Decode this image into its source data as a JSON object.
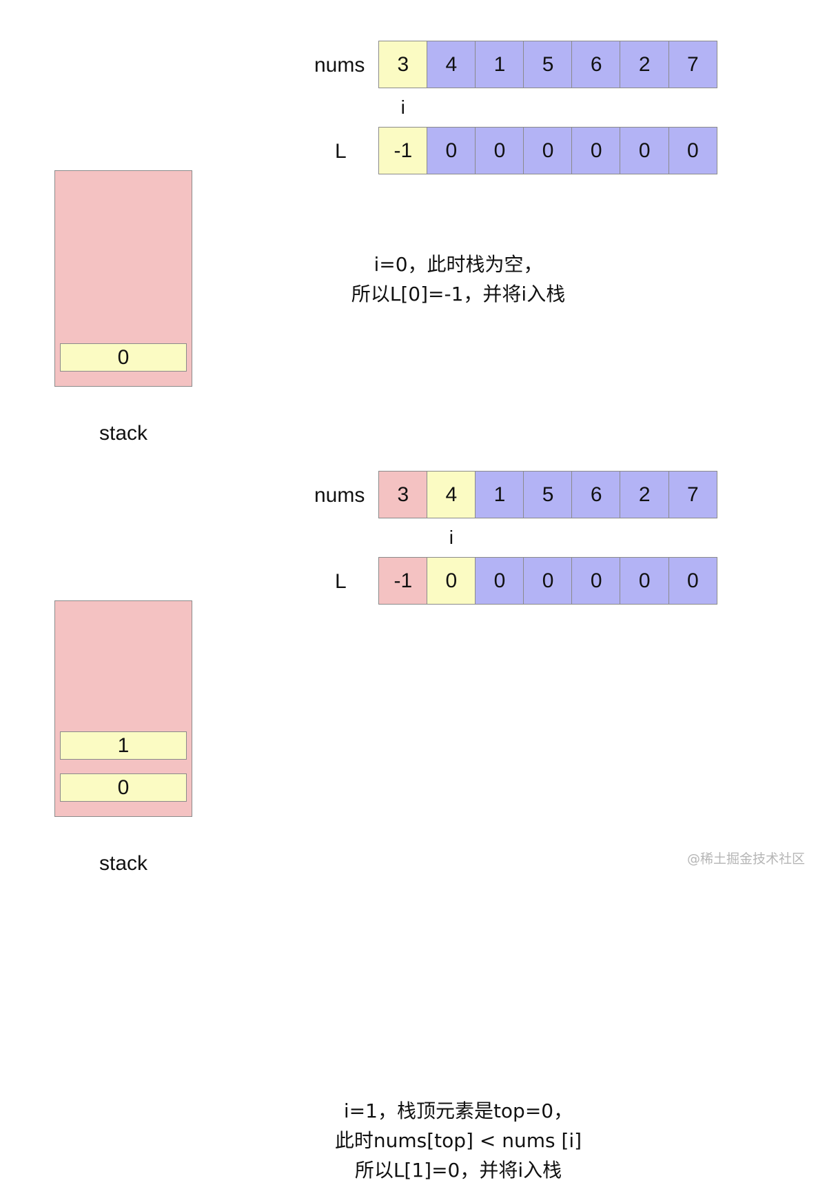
{
  "panels": [
    {
      "nums_label": "nums",
      "L_label": "L",
      "nums": [
        {
          "v": "3",
          "c": "yellow"
        },
        {
          "v": "4",
          "c": "blue"
        },
        {
          "v": "1",
          "c": "blue"
        },
        {
          "v": "5",
          "c": "blue"
        },
        {
          "v": "6",
          "c": "blue"
        },
        {
          "v": "2",
          "c": "blue"
        },
        {
          "v": "7",
          "c": "blue"
        }
      ],
      "L": [
        {
          "v": "-1",
          "c": "yellow"
        },
        {
          "v": "0",
          "c": "blue"
        },
        {
          "v": "0",
          "c": "blue"
        },
        {
          "v": "0",
          "c": "blue"
        },
        {
          "v": "0",
          "c": "blue"
        },
        {
          "v": "0",
          "c": "blue"
        },
        {
          "v": "0",
          "c": "blue"
        }
      ],
      "i_label": "i",
      "i_index": 0,
      "stack": [
        "0"
      ],
      "stack_label": "stack",
      "description": "i=0，此时栈为空，\n所以L[0]=-1，并将i入栈"
    },
    {
      "nums_label": "nums",
      "L_label": "L",
      "nums": [
        {
          "v": "3",
          "c": "pink"
        },
        {
          "v": "4",
          "c": "yellow"
        },
        {
          "v": "1",
          "c": "blue"
        },
        {
          "v": "5",
          "c": "blue"
        },
        {
          "v": "6",
          "c": "blue"
        },
        {
          "v": "2",
          "c": "blue"
        },
        {
          "v": "7",
          "c": "blue"
        }
      ],
      "L": [
        {
          "v": "-1",
          "c": "pink"
        },
        {
          "v": "0",
          "c": "yellow"
        },
        {
          "v": "0",
          "c": "blue"
        },
        {
          "v": "0",
          "c": "blue"
        },
        {
          "v": "0",
          "c": "blue"
        },
        {
          "v": "0",
          "c": "blue"
        },
        {
          "v": "0",
          "c": "blue"
        }
      ],
      "i_label": "i",
      "i_index": 1,
      "stack": [
        "0",
        "1"
      ],
      "stack_label": "stack",
      "description": "i=1，栈顶元素是top=0，\n此时nums[top] < nums [i]\n所以L[1]=0，并将i入栈"
    }
  ],
  "colors": {
    "blue": "#b3b3f5",
    "yellow": "#fbfbc3",
    "pink": "#f4c2c2"
  },
  "watermark": "@稀土掘金技术社区"
}
